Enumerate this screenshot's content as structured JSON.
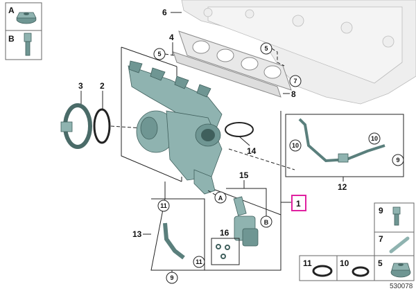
{
  "legend_top_left": {
    "items": [
      {
        "key": "A",
        "part": "flange-nut"
      },
      {
        "key": "B",
        "part": "stud-bolt"
      }
    ]
  },
  "callouts": {
    "c1": "1",
    "c2": "2",
    "c3": "3",
    "c4": "4",
    "c5a": "5",
    "c5b": "5",
    "c6": "6",
    "c7": "7",
    "c8": "8",
    "c9a": "9",
    "c9b": "9",
    "c10a": "10",
    "c10b": "10",
    "c11a": "11",
    "c11b": "11",
    "c12": "12",
    "c13": "13",
    "c14": "14",
    "c15": "15",
    "c16": "16",
    "cA": "A",
    "cB": "B"
  },
  "parts_table": {
    "cells": [
      {
        "label": "9",
        "part": "screw"
      },
      {
        "label": "7",
        "part": "pin"
      },
      {
        "label": "11",
        "part": "o-ring"
      },
      {
        "label": "10",
        "part": "o-ring"
      },
      {
        "label": "5",
        "part": "nut"
      }
    ]
  },
  "diagram_number": "530078",
  "colors": {
    "highlight": "#e020a0",
    "part": "#8fb3b0"
  }
}
